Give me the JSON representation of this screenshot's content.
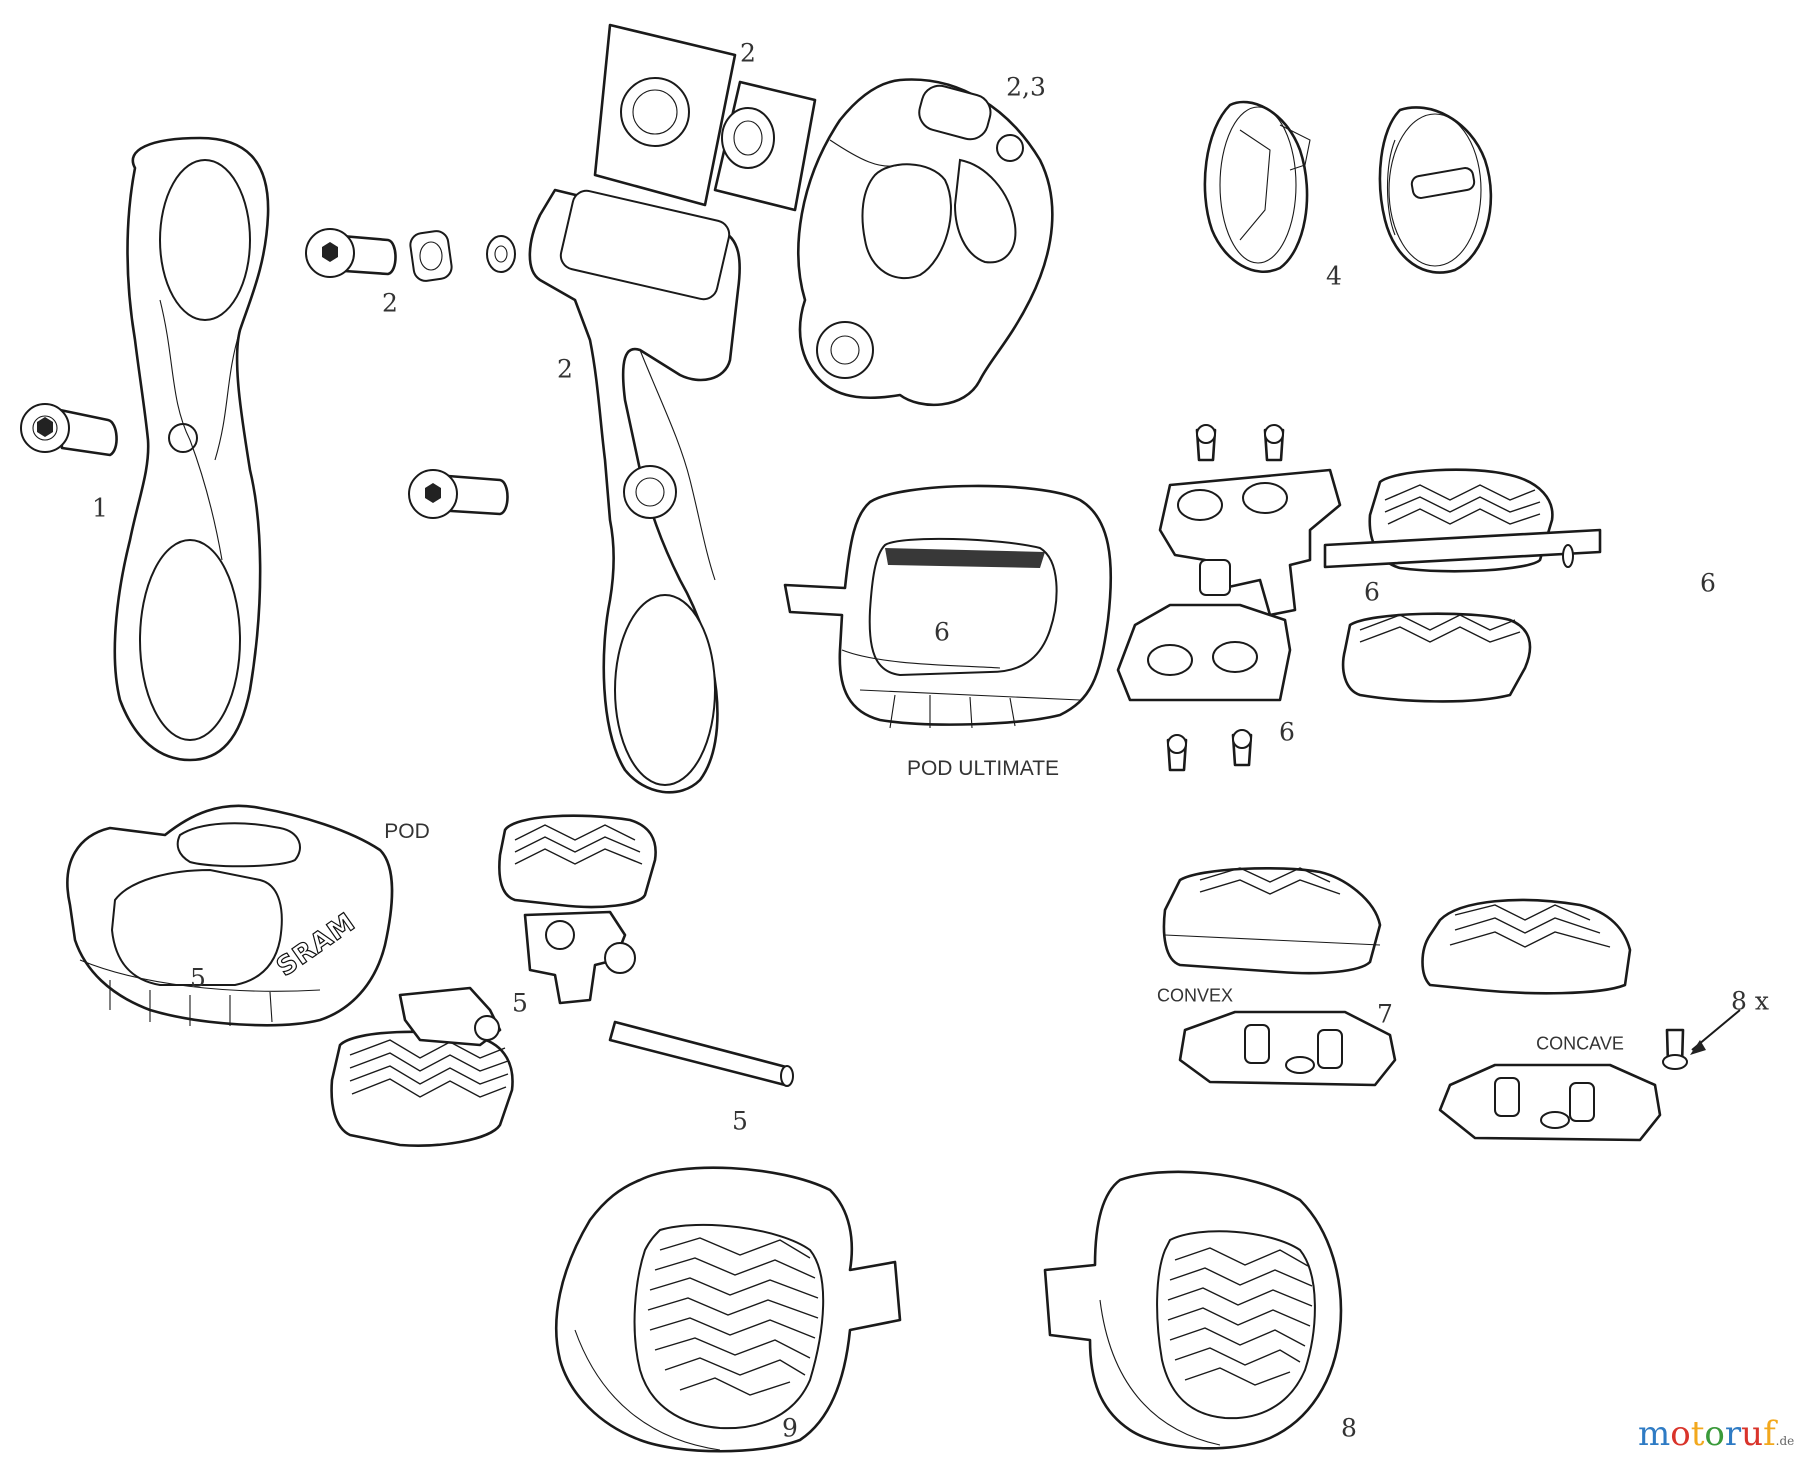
{
  "labels": {
    "clamp_1": "1",
    "bolt_2": "2",
    "arm_2": "2",
    "pad_2": "2",
    "clamp_2_3": "2,3",
    "cap_4": "4",
    "pod_ultimate_body": "6",
    "pod_ultimate_mech": "6",
    "pod_ultimate_button": "6",
    "pod_ultimate_pin": "6",
    "pod_body": "5",
    "pod_mech": "5",
    "pod_pin": "5",
    "thumbpad_7": "7",
    "screws_8": "8 x",
    "shifter_9": "9",
    "shifter_8": "8"
  },
  "captions": {
    "pod_ultimate": "POD ULTIMATE",
    "pod": "POD",
    "convex": "CONVEX",
    "concave": "CONCAVE"
  },
  "brand_mark": "SRAM",
  "watermark": {
    "text_main": "motoruf",
    "text_suffix": ".de",
    "letter_colors": [
      "#2e7bc4",
      "#d9342b",
      "#f2a81d",
      "#3a9a3a",
      "#2e7bc4",
      "#d9342b",
      "#f2a81d"
    ]
  }
}
